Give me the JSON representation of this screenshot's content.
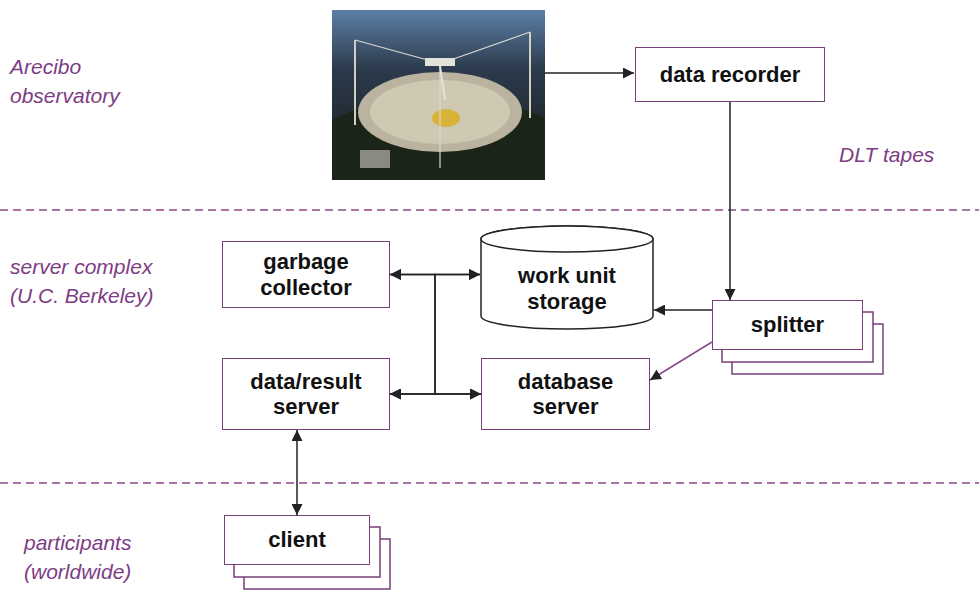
{
  "diagram": {
    "nodes": [
      {
        "text": [
          "data recorder"
        ]
      },
      {
        "text": [
          "garbage collector"
        ]
      },
      {
        "text": [
          "work unit storage"
        ]
      },
      {
        "text": [
          "splitter"
        ]
      },
      {
        "text": [
          "data/result server"
        ]
      },
      {
        "text": [
          "database server"
        ]
      },
      {
        "text": [
          "client"
        ]
      }
    ],
    "edges": [
      {
        "from": 0,
        "to": 3,
        "arrow": "to",
        "label": "DLT tapes"
      },
      {
        "from": 3,
        "to": 2,
        "arrow": "to"
      },
      {
        "from": 3,
        "to": 5,
        "arrow": "to"
      },
      {
        "from": 1,
        "to": 2,
        "arrow": "both"
      },
      {
        "from": 1,
        "to": 5,
        "arrow": "both"
      },
      {
        "from": 4,
        "to": 2,
        "arrow": "both"
      },
      {
        "from": 4,
        "to": 5,
        "arrow": "both"
      },
      {
        "from": 4,
        "to": 6,
        "arrow": "both"
      }
    ],
    "labels": [
      "Arecibo observatory",
      "server complex (U.C. Berkeley)",
      "participants (worldwide)"
    ]
  }
}
